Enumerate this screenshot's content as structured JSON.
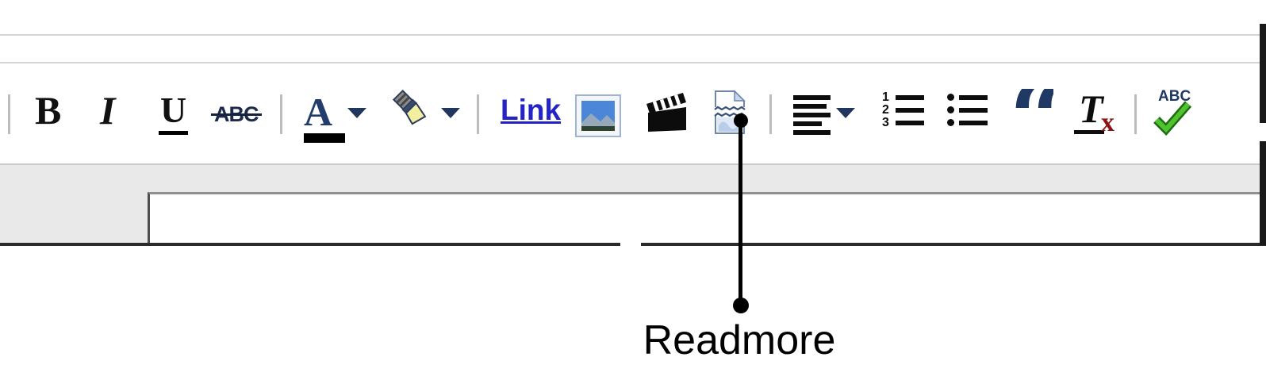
{
  "toolbar": {
    "bold_label": "B",
    "italic_label": "I",
    "underline_label": "U",
    "strikethrough_label": "ABC",
    "text_color_label": "A",
    "link_label": "Link",
    "ordered_list_numbers": [
      "1",
      "2",
      "3"
    ],
    "blockquote_glyph": "“",
    "remove_format_letter": "T",
    "remove_format_x": "x",
    "spellcheck_label": "ABC"
  },
  "annotation": {
    "label": "Readmore"
  },
  "colors": {
    "link_blue": "#2323c8",
    "icon_navy": "#1f3864",
    "text_color_sample": "#000000",
    "remove_format_red": "#8e1414",
    "spellcheck_green": "#4fc32e",
    "band_gray": "#e9e9e9",
    "callout_black": "#000000"
  }
}
